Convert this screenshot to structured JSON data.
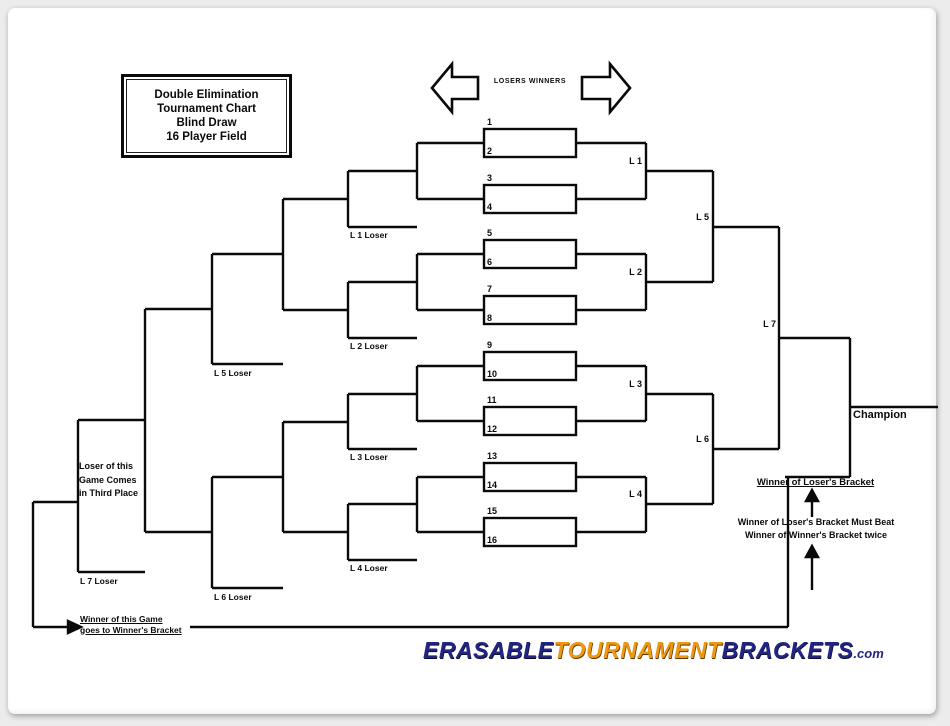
{
  "title_box": {
    "lines": [
      "Double Elimination",
      "Tournament Chart",
      "Blind Draw",
      "16 Player Field"
    ]
  },
  "top_legend": {
    "label": "LOSERS WINNERS"
  },
  "players": [
    "1",
    "2",
    "3",
    "4",
    "5",
    "6",
    "7",
    "8",
    "9",
    "10",
    "11",
    "12",
    "13",
    "14",
    "15",
    "16"
  ],
  "winners_bracket": {
    "game_labels": [
      "L 1",
      "L 2",
      "L 3",
      "L 4",
      "L 5",
      "L 6",
      "L 7"
    ]
  },
  "losers_bracket": {
    "drop_labels": [
      "L 1 Loser",
      "L 2 Loser",
      "L 3 Loser",
      "L 4 Loser",
      "L 5 Loser",
      "L 6 Loser",
      "L 7 Loser"
    ]
  },
  "notes": {
    "third_place": [
      "Loser of this",
      "Game Comes",
      "in Third Place"
    ],
    "bottom_left": [
      "Winner of this Game",
      "goes to Winner's Bracket"
    ],
    "losers_final": "Winner of Loser's Bracket",
    "must_beat": [
      "Winner of Loser's Bracket Must Beat",
      "Winner of Winner's Bracket twice"
    ],
    "champion": "Champion"
  },
  "branding": {
    "part1": "ERASABLE",
    "part2": "TOURNAMENT",
    "part3": "BRACKETS",
    "suffix": ".com",
    "navy_color": "#232584",
    "orange_color": "#EE9713"
  },
  "line_color": "#0a0a0a"
}
